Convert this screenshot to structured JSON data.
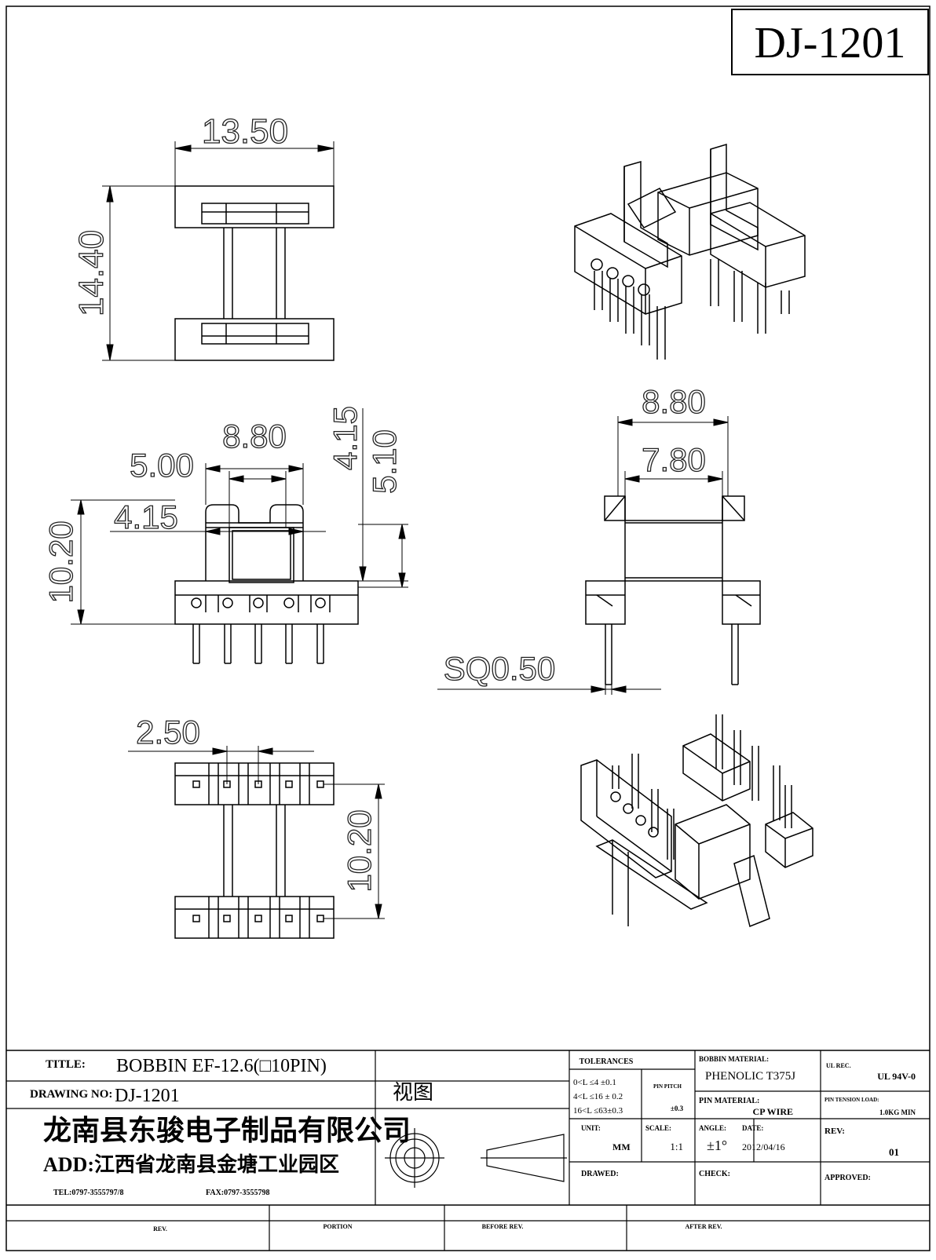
{
  "drawing_id": "DJ-1201",
  "dimensions": {
    "top_width": "13.50",
    "top_height": "14.40",
    "front_gap": "5.00",
    "front_width": "8.80",
    "front_inner": "4.15",
    "front_height": "10.20",
    "front_v1": "4.15",
    "front_v2": "5.10",
    "side_outer": "8.80",
    "side_inner": "7.80",
    "pin_size": "SQ0.50",
    "bottom_pitch": "2.50",
    "bottom_height": "10.20"
  },
  "title_block": {
    "title_label": "TITLE:",
    "title_value": "BOBBIN EF-12.6(□10PIN)",
    "drawing_no_label": "DRAWING NO:",
    "drawing_no_value": "DJ-1201",
    "view_label": "视图",
    "company_name": "龙南县东骏电子制品有限公司",
    "address": "ADD:江西省龙南县金塘工业园区",
    "tel": "TEL:0797-3555797/8",
    "fax": "FAX:0797-3555798",
    "tolerances_label": "TOLERANCES",
    "tol_row1": "0<L ≤4 ±0.1",
    "tol_row2": "4<L ≤16 ± 0.2",
    "tol_row3": "16<L ≤63±0.3",
    "pin_pitch_label": "PIN PITCH",
    "pin_pitch_value": "±0.3",
    "unit_label": "UNIT:",
    "unit_value": "MM",
    "scale_label": "SCALE:",
    "scale_value": "1:1",
    "angle_label": "ANGLE:",
    "angle_value": "±1°",
    "date_label": "DATE:",
    "date_value": "2012/04/16",
    "bobbin_material_label": "BOBBIN MATERIAL:",
    "bobbin_material_value": "PHENOLIC  T375J",
    "ul_rec_label": "UL REC.",
    "ul_rec_value": "UL  94V-0",
    "pin_material_label": "PIN MATERIAL:",
    "pin_material_value": "CP WIRE",
    "pin_tension_label": "PIN TENSION LOAD:",
    "pin_tension_value": "1.0KG MIN",
    "rev_label": "REV:",
    "rev_value": "01",
    "drawn_label": "DRAWED:",
    "check_label": "CHECK:",
    "approved_label": "APPROVED:",
    "rev_col": "REV.",
    "portion_col": "PORTION",
    "before_col": "BEFORE REV.",
    "after_col": "AFTER REV."
  }
}
